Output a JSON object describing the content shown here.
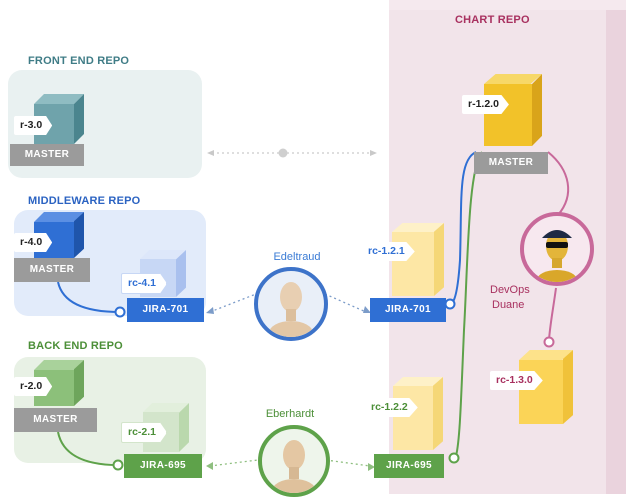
{
  "repos": {
    "front_end": {
      "title": "FRONT END REPO",
      "master_label": "MASTER",
      "tag": "r-3.0"
    },
    "middleware": {
      "title": "MIDDLEWARE REPO",
      "master_label": "MASTER",
      "tag": "r-4.0",
      "rc_tag": "rc-4.1",
      "branch": "JIRA-701"
    },
    "back_end": {
      "title": "BACK END REPO",
      "master_label": "MASTER",
      "tag": "r-2.0",
      "rc_tag": "rc-2.1",
      "branch": "JIRA-695"
    },
    "chart": {
      "title": "CHART REPO",
      "master_label": "MASTER",
      "tag": "r-1.2.0",
      "rc_middle": "rc-1.2.1",
      "branch_middle": "JIRA-701",
      "rc_back": "rc-1.2.2",
      "branch_back": "JIRA-695",
      "rc_devops": "rc-1.3.0"
    }
  },
  "people": {
    "edeltraud": {
      "name": "Edeltraud"
    },
    "eberhardt": {
      "name": "Eberhardt"
    },
    "devops": {
      "line1": "DevOps",
      "line2": "Duane"
    }
  },
  "colors": {
    "front": "#5f9aa0",
    "middleware": "#2f6fd4",
    "back": "#5ea24a",
    "chart": "#b3306a",
    "gold": "#f2c229"
  }
}
